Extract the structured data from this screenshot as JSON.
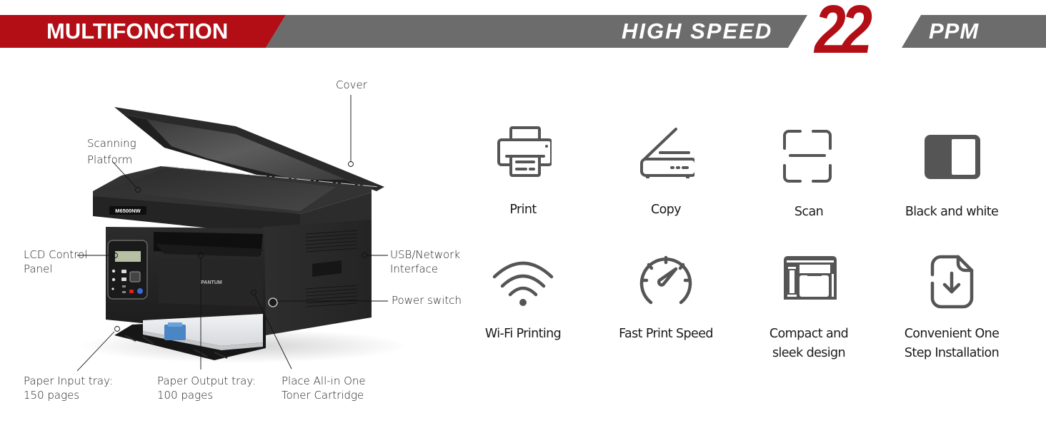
{
  "banner": {
    "title": "MULTIFONCTION",
    "speed_label": "HIGH SPEED",
    "speed_value": "22",
    "speed_unit": "PPM",
    "colors": {
      "red": "#b30d15",
      "gray": "#6d6c6c",
      "text": "#ffffff"
    }
  },
  "printer": {
    "model_badge": "M6500NW",
    "brand": "PANTUM",
    "callouts": {
      "cover": "Cover",
      "scanning_platform_1": "Scanning",
      "scanning_platform_2": "Platform",
      "lcd_panel_1": "LCD Control",
      "lcd_panel_2": "Panel",
      "usb_network_1": "USB/Network",
      "usb_network_2": "Interface",
      "power_switch": "Power switch",
      "paper_input_1": "Paper Input tray:",
      "paper_input_2": "150 pages",
      "paper_output_1": "Paper Output tray:",
      "paper_output_2": "100 pages",
      "toner_1": "Place All-in One",
      "toner_2": "Toner Cartridge"
    }
  },
  "features": [
    {
      "icon": "printer-icon",
      "label": "Print"
    },
    {
      "icon": "flatbed-scanner-icon",
      "label": "Copy"
    },
    {
      "icon": "scan-frame-icon",
      "label": "Scan"
    },
    {
      "icon": "black-white-icon",
      "label": "Black and white"
    },
    {
      "icon": "wifi-icon",
      "label": "Wi-Fi Printing"
    },
    {
      "icon": "speedometer-icon",
      "label": "Fast Print Speed"
    },
    {
      "icon": "compact-printer-icon",
      "label_1": "Compact and",
      "label_2": "sleek design"
    },
    {
      "icon": "file-download-icon",
      "label_1": "Convenient One",
      "label_2": "Step Installation"
    }
  ],
  "icon_color": "#555555"
}
